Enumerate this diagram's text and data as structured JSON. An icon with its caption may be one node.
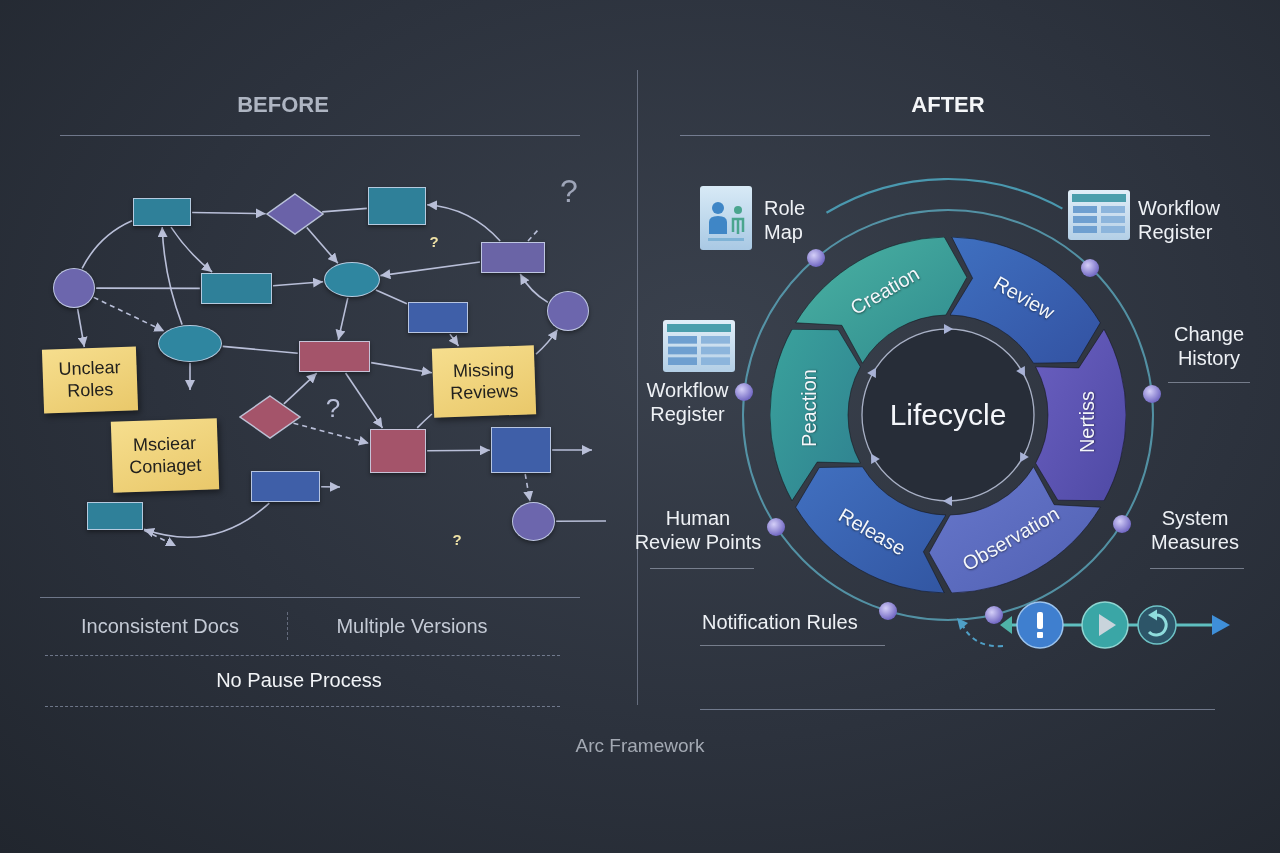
{
  "diagram": {
    "caption": "Arc Framework",
    "nodes": [
      {
        "text": [],
        "shape": "box"
      },
      {
        "text": [],
        "shape": "diamond"
      },
      {
        "text": [],
        "shape": "box"
      },
      {
        "text": [],
        "shape": "box"
      },
      {
        "text": [],
        "shape": "circle"
      },
      {
        "text": [],
        "shape": "box"
      },
      {
        "text": [],
        "shape": "ellipse"
      },
      {
        "text": [],
        "shape": "circle"
      },
      {
        "text": [],
        "shape": "box"
      },
      {
        "text": [],
        "shape": "ellipse"
      },
      {
        "text": [],
        "shape": "box"
      },
      {
        "text": [
          "Unclear Roles"
        ]
      },
      {
        "text": [
          "Missing Reviews"
        ]
      },
      {
        "text": [],
        "shape": "diamond"
      },
      {
        "text": [
          "Msciear Coniaget"
        ]
      },
      {
        "text": [],
        "shape": "box"
      },
      {
        "text": [],
        "shape": "box"
      },
      {
        "text": [],
        "shape": "box"
      },
      {
        "text": [],
        "shape": "box"
      },
      {
        "text": [],
        "shape": "circle"
      },
      {
        "text": [
          "Creation"
        ]
      },
      {
        "text": [
          "Review"
        ]
      },
      {
        "text": [
          "Peaction"
        ]
      },
      {
        "text": [
          "Lifecycle"
        ]
      },
      {
        "text": [
          "Nertiss"
        ]
      },
      {
        "text": [
          "Release"
        ]
      },
      {
        "text": [
          "Observation"
        ]
      }
    ],
    "edges": [
      {
        "from": 0,
        "to": 1,
        "arrow": "to"
      },
      {
        "from": 1,
        "to": 2,
        "arrow": "none"
      },
      {
        "from": 0,
        "to": 5,
        "arrow": "to"
      },
      {
        "from": 1,
        "to": 6,
        "arrow": "to"
      },
      {
        "from": 3,
        "to": 6,
        "arrow": "to"
      },
      {
        "from": 3,
        "to": 2,
        "arrow": "to"
      },
      {
        "from": 4,
        "to": 5,
        "arrow": "none"
      },
      {
        "from": 5,
        "to": 6,
        "arrow": "to"
      },
      {
        "from": 4,
        "to": 0,
        "arrow": "none"
      },
      {
        "from": 6,
        "to": 10,
        "arrow": "to"
      },
      {
        "from": 6,
        "to": 8,
        "arrow": "none"
      },
      {
        "from": 9,
        "to": 0,
        "arrow": "to"
      },
      {
        "from": 4,
        "to": 9,
        "arrow": "to",
        "style": "dashed"
      },
      {
        "from": 9,
        "to": 10,
        "arrow": "none"
      },
      {
        "from": 10,
        "to": 12,
        "arrow": "to"
      },
      {
        "from": 8,
        "to": 12,
        "arrow": "to"
      },
      {
        "from": 7,
        "to": 3,
        "arrow": "to"
      },
      {
        "from": 12,
        "to": 7,
        "arrow": "to"
      },
      {
        "from": 13,
        "to": 10,
        "arrow": "to"
      },
      {
        "from": 13,
        "to": 15,
        "arrow": "to",
        "style": "dashed"
      },
      {
        "from": 10,
        "to": 15,
        "arrow": "to"
      },
      {
        "from": 15,
        "to": 16,
        "arrow": "to"
      },
      {
        "from": 16,
        "to": null,
        "arrow": "to"
      },
      {
        "from": 15,
        "to": 12,
        "arrow": "none"
      },
      {
        "from": 17,
        "to": null,
        "arrow": "to"
      },
      {
        "from": 18,
        "to": null,
        "arrow": "to",
        "style": "dashed"
      },
      {
        "from": 19,
        "to": null,
        "arrow": "none"
      },
      {
        "from": 9,
        "to": null,
        "arrow": "to"
      },
      {
        "from": 4,
        "to": 11,
        "arrow": "to"
      },
      {
        "from": 17,
        "to": 18,
        "arrow": "to"
      },
      {
        "from": 16,
        "to": 19,
        "arrow": "to",
        "style": "dashed"
      },
      {
        "from": 3,
        "to": null,
        "arrow": "none",
        "style": "dashed"
      }
    ],
    "labels": [
      "BEFORE",
      "?",
      "?",
      "?",
      "?",
      "Inconsistent Docs",
      "Multiple Versions",
      "No Pause Process",
      "AFTER",
      "Role Map",
      "Workflow Register",
      "Workflow Register",
      "Change History",
      "Human Review Points",
      "System Measures",
      "Notification Rules"
    ]
  }
}
